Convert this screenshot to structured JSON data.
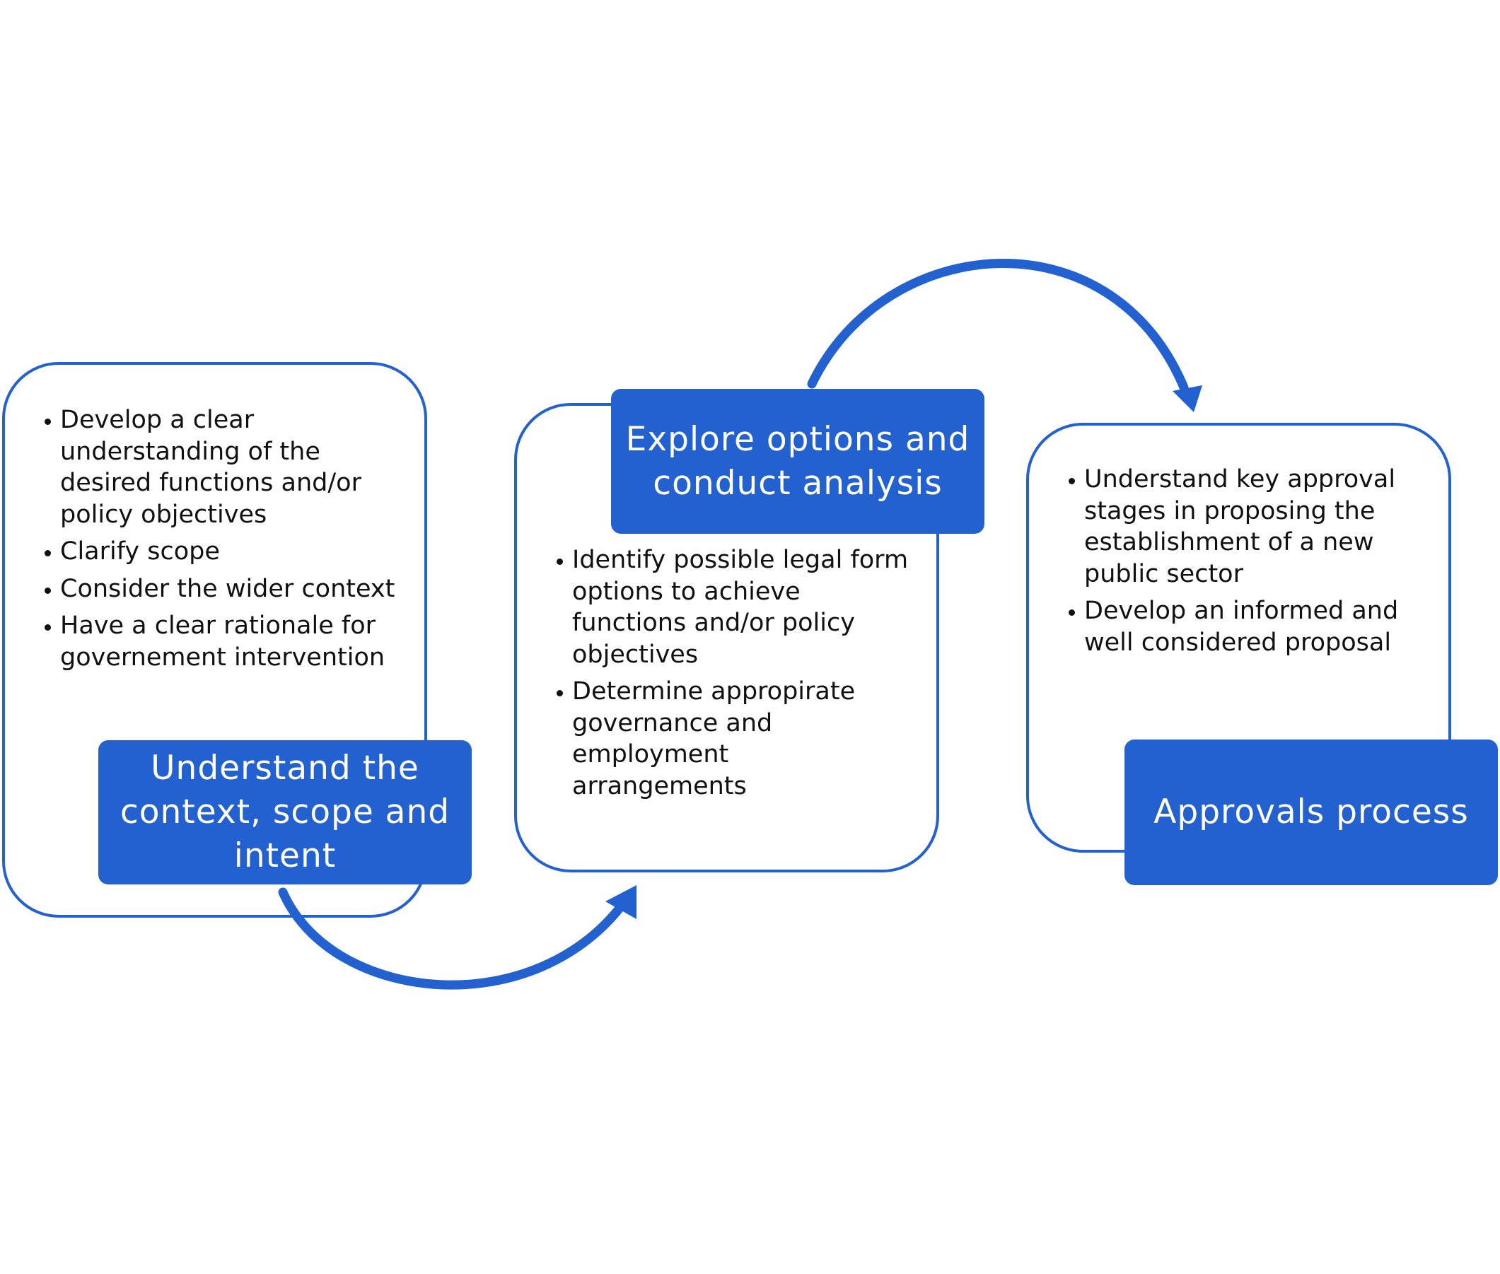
{
  "colors": {
    "accent": "#2360d0",
    "text": "#111111",
    "background": "#ffffff"
  },
  "steps": [
    {
      "title": "Understand the context, scope and intent",
      "bullets": [
        "Develop a clear understanding of the desired functions and/or policy objectives",
        "Clarify scope",
        "Consider the wider context",
        "Have a clear rationale for governement intervention"
      ]
    },
    {
      "title": "Explore options and conduct analysis",
      "bullets": [
        "Identify possible legal form options to achieve functions and/or policy objectives",
        "Determine appropirate governance and employment arrangements"
      ]
    },
    {
      "title": "Approvals process",
      "bullets": [
        "Understand key approval stages in proposing the establishment of a new public sector",
        "Develop an informed and well considered proposal"
      ]
    }
  ]
}
